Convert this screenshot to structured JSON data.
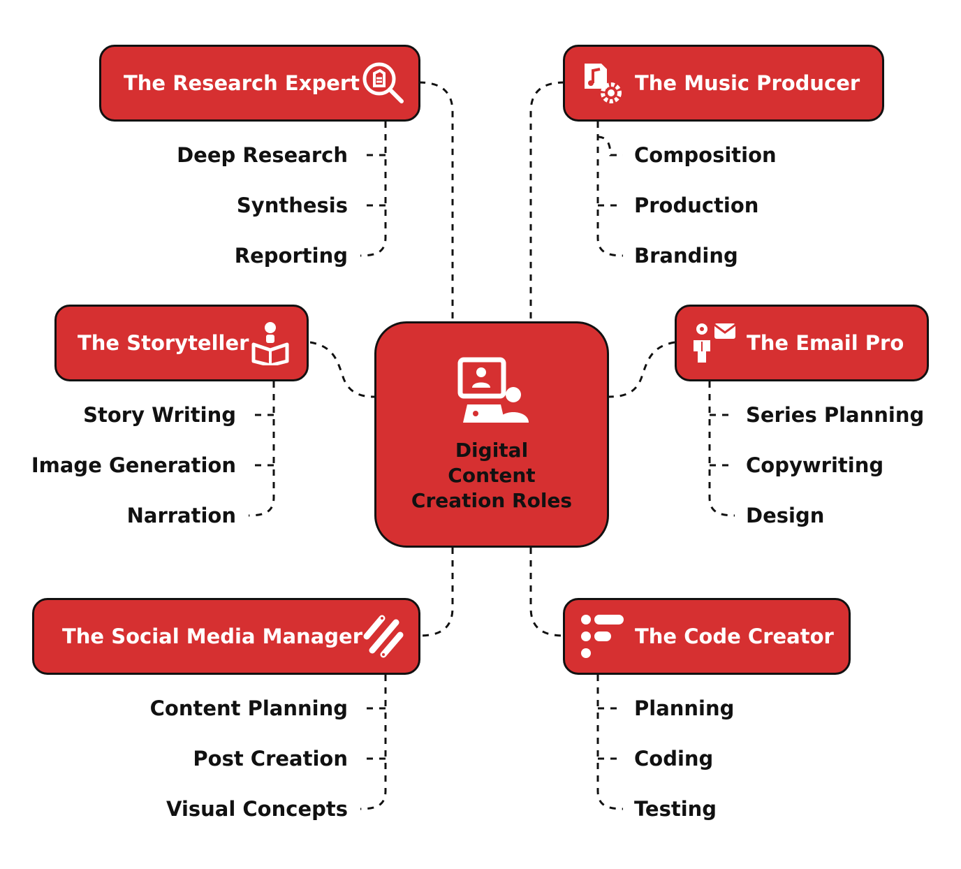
{
  "center": {
    "title_lines": [
      "Digital",
      "Content",
      "Creation Roles"
    ],
    "icon": "remote-worker-icon"
  },
  "roles": [
    {
      "id": "research",
      "title": "The Research Expert",
      "icon": "search-document-icon",
      "items": [
        "Deep Research",
        "Synthesis",
        "Reporting"
      ]
    },
    {
      "id": "music",
      "title": "The Music Producer",
      "icon": "music-file-gear-icon",
      "items": [
        "Composition",
        "Production",
        "Branding"
      ]
    },
    {
      "id": "story",
      "title": "The Storyteller",
      "icon": "person-reading-book-icon",
      "items": [
        "Story Writing",
        "Image Generation",
        "Narration"
      ]
    },
    {
      "id": "email",
      "title": "The Email Pro",
      "icon": "person-envelope-icon",
      "items": [
        "Series Planning",
        "Copywriting",
        "Design"
      ]
    },
    {
      "id": "social",
      "title": "The Social Media Manager",
      "icon": "diagonal-bars-icon",
      "items": [
        "Content Planning",
        "Post Creation",
        "Visual Concepts"
      ]
    },
    {
      "id": "code",
      "title": "The Code Creator",
      "icon": "code-dots-icon",
      "items": [
        "Planning",
        "Coding",
        "Testing"
      ]
    }
  ],
  "colors": {
    "accent": "#d63031",
    "outline": "#111111",
    "box_text": "#ffffff",
    "item_text": "#111111"
  }
}
